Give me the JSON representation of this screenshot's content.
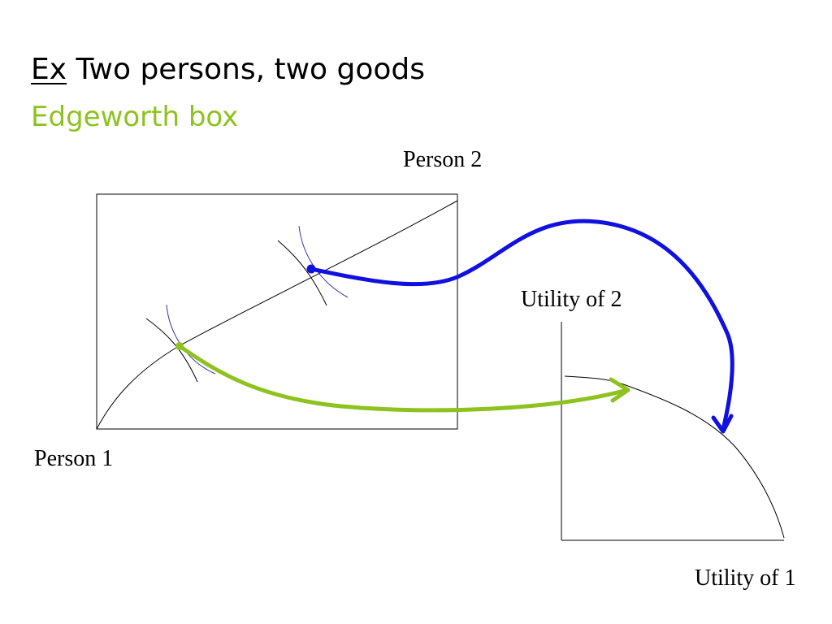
{
  "title": {
    "prefix": "Ex",
    "text": " Two persons, two goods"
  },
  "subtitle": {
    "text": "Edgeworth box",
    "color": "#8dc21f"
  },
  "edgeworth_box": {
    "top_label": "Person 2",
    "bottom_label": "Person 1"
  },
  "utility_frontier": {
    "y_label": "Utility of 2",
    "x_label": "Utility of 1"
  },
  "colors": {
    "blue_arrow": "#1010e0",
    "green_arrow": "#8dc21f",
    "indifference_curve": "#3333aa",
    "line": "#000000"
  }
}
